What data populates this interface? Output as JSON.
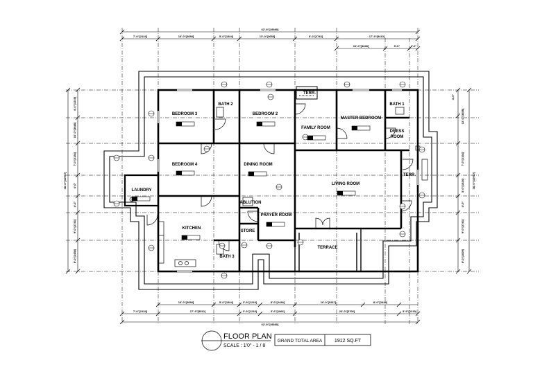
{
  "rooms": {
    "bedroom3": "BEDROOM 3",
    "bath2": "BATH 2",
    "bedroom2": "BEDROOM 2",
    "terr_top": "TERR.",
    "family_room": "FAMILY ROOM",
    "master_bedroom": "MASTER BEDROOM",
    "bath1": "BATH 1",
    "dress_room_line1": "DRESS",
    "dress_room_line2": "ROOM",
    "bedroom4": "BEDROOM 4",
    "dining_room": "DINING ROOM",
    "terr_right": "TERR.",
    "laundry": "LAUNDRY",
    "living_room": "LIVING ROOM",
    "ablution": "ABLUTION",
    "prayer_room": "PRAYER ROOM",
    "kitchen": "KITCHEN",
    "store": "STORE",
    "bath3": "BATH 3",
    "terrace": "TERRACE"
  },
  "dimensions": {
    "overall_top": "62'-9\"[19080]",
    "overall_bottom": "62'-9\"[19080]"
  },
  "title_block": {
    "title": "FLOOR PLAN",
    "scale": "SCALE : 1'0\" - 1 / 8",
    "area_label": "GRAND TOTAL AREA",
    "area_value": "1912 SQ.FT"
  }
}
